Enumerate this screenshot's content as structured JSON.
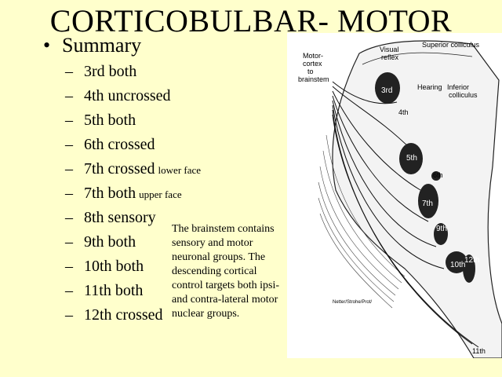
{
  "slide": {
    "title": "CORTICOBULBAR- MOTOR",
    "bullet": "•",
    "summary_label": "Summary",
    "dash": "–",
    "items": [
      {
        "text": "3rd both",
        "note": ""
      },
      {
        "text": "4th uncrossed",
        "note": ""
      },
      {
        "text": "5th both",
        "note": ""
      },
      {
        "text": "6th crossed",
        "note": ""
      },
      {
        "text": "7th crossed",
        "note": "lower face"
      },
      {
        "text": "7th both",
        "note": "upper face"
      },
      {
        "text": "8th sensory",
        "note": ""
      },
      {
        "text": "9th both",
        "note": ""
      },
      {
        "text": "10th both",
        "note": ""
      },
      {
        "text": "11th both",
        "note": ""
      },
      {
        "text": "12th crossed",
        "note": ""
      }
    ],
    "description": "The brainstem contains sensory and motor neuronal groups.  The descending cortical control targets both ipsi- and contra-lateral motor nuclear groups."
  },
  "diagram": {
    "labels": {
      "motor_line1": "Motor-",
      "motor_line2": "cortex",
      "motor_line3": "to",
      "motor_line4": "brainstem",
      "visual_line1": "Visual",
      "visual_line2": "reflex",
      "superior_colliculus": "Superior colliculus",
      "hearing": "Hearing",
      "inferior_line1": "Inferior",
      "inferior_line2": "colliculus",
      "n3": "3rd",
      "n4": "4th",
      "n5": "5th",
      "n6": "6th",
      "n7": "7th",
      "n9": "9th",
      "n10": "10th",
      "n12": "12th",
      "n11": "11th",
      "signature": "Netter/Strohe/Prot/"
    }
  }
}
